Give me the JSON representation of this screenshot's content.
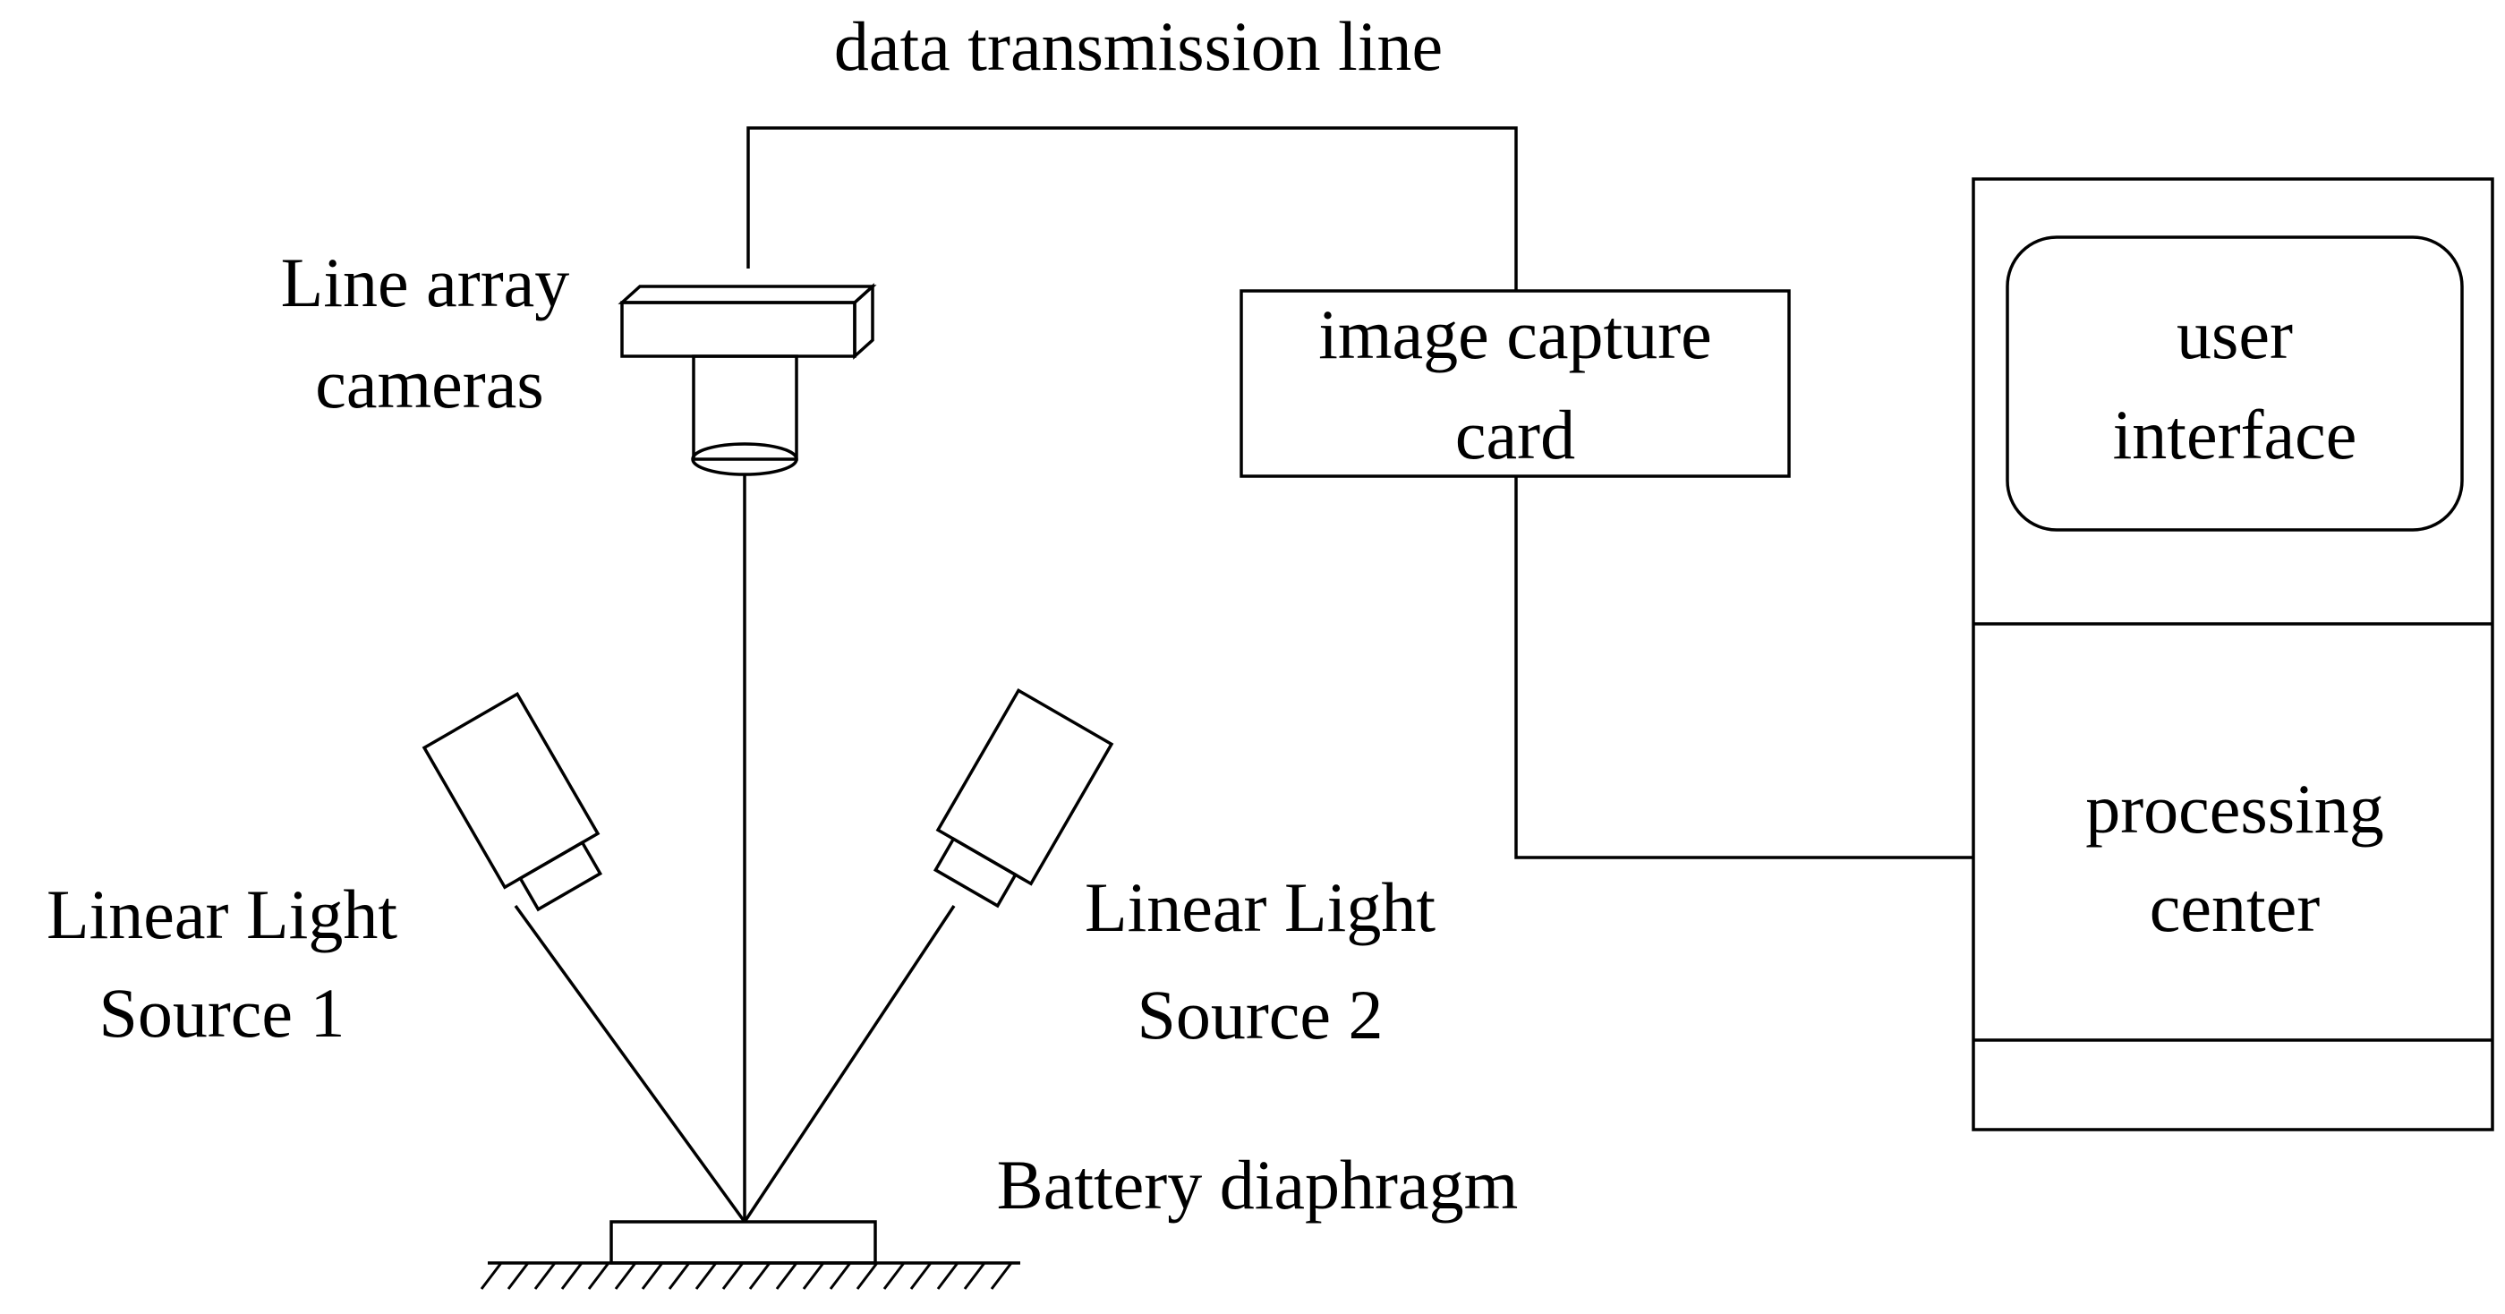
{
  "labels": {
    "data_line": "data transmission line",
    "camera_line1": "Line array",
    "camera_line2": "cameras",
    "capture_line1": "image capture",
    "capture_line2": "card",
    "ui_line1": "user",
    "ui_line2": "interface",
    "proc_line1": "processing",
    "proc_line2": "center",
    "light1_line1": "Linear Light",
    "light1_line2": "Source 1",
    "light2_line1": "Linear Light",
    "light2_line2": "Source 2",
    "battery": "Battery diaphragm"
  },
  "colors": {
    "stroke": "#000000",
    "background": "#ffffff"
  }
}
